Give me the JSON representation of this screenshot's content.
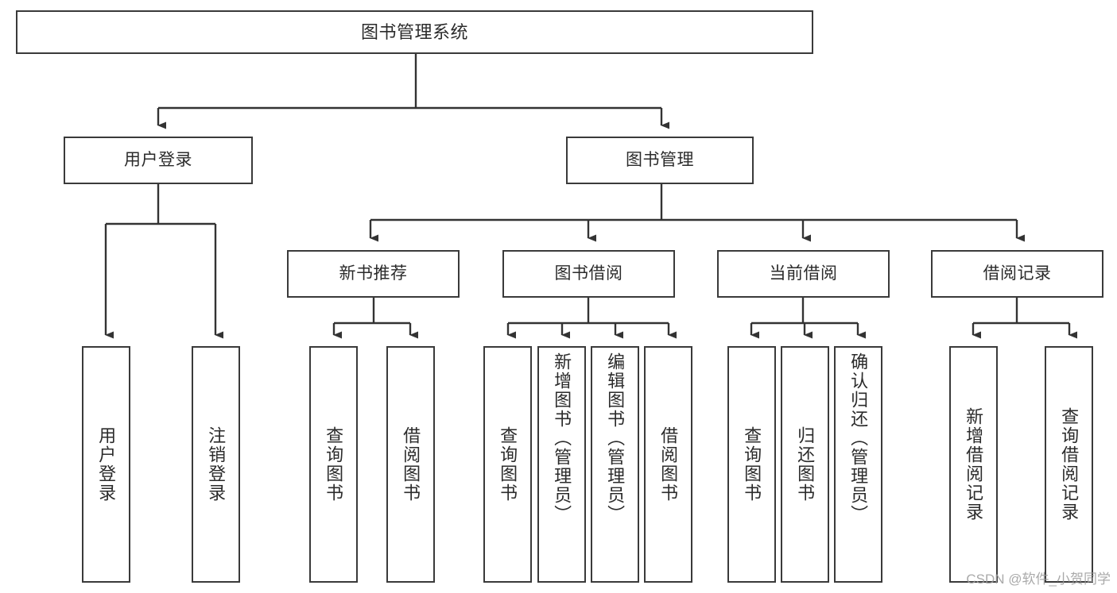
{
  "diagram": {
    "title": "图书管理系统",
    "type": "tree",
    "watermark": "CSDN @软件_小贺同学",
    "colors": {
      "box_border": "#3a3a3a",
      "box_fill": "#ffffff",
      "connector": "#333333",
      "text": "#2b2b2b",
      "watermark": "#9b9b9b"
    },
    "root": {
      "label": "图书管理系统"
    },
    "level2": [
      {
        "label": "用户登录"
      },
      {
        "label": "图书管理"
      }
    ],
    "level3": [
      {
        "label": "新书推荐"
      },
      {
        "label": "图书借阅"
      },
      {
        "label": "当前借阅"
      },
      {
        "label": "借阅记录"
      }
    ],
    "leaves": {
      "user_login": [
        {
          "label": "用户登录"
        },
        {
          "label": "注销登录"
        }
      ],
      "new_book": [
        {
          "label": "查询图书"
        },
        {
          "label": "借阅图书"
        }
      ],
      "borrow": [
        {
          "label": "查询图书"
        },
        {
          "label": "新增图书（管理员）"
        },
        {
          "label": "编辑图书（管理员）"
        },
        {
          "label": "借阅图书"
        }
      ],
      "current": [
        {
          "label": "查询图书"
        },
        {
          "label": "归还图书"
        },
        {
          "label": "确认归还（管理员）"
        }
      ],
      "records": [
        {
          "label": "新增借阅记录"
        },
        {
          "label": "查询借阅记录"
        }
      ]
    }
  }
}
